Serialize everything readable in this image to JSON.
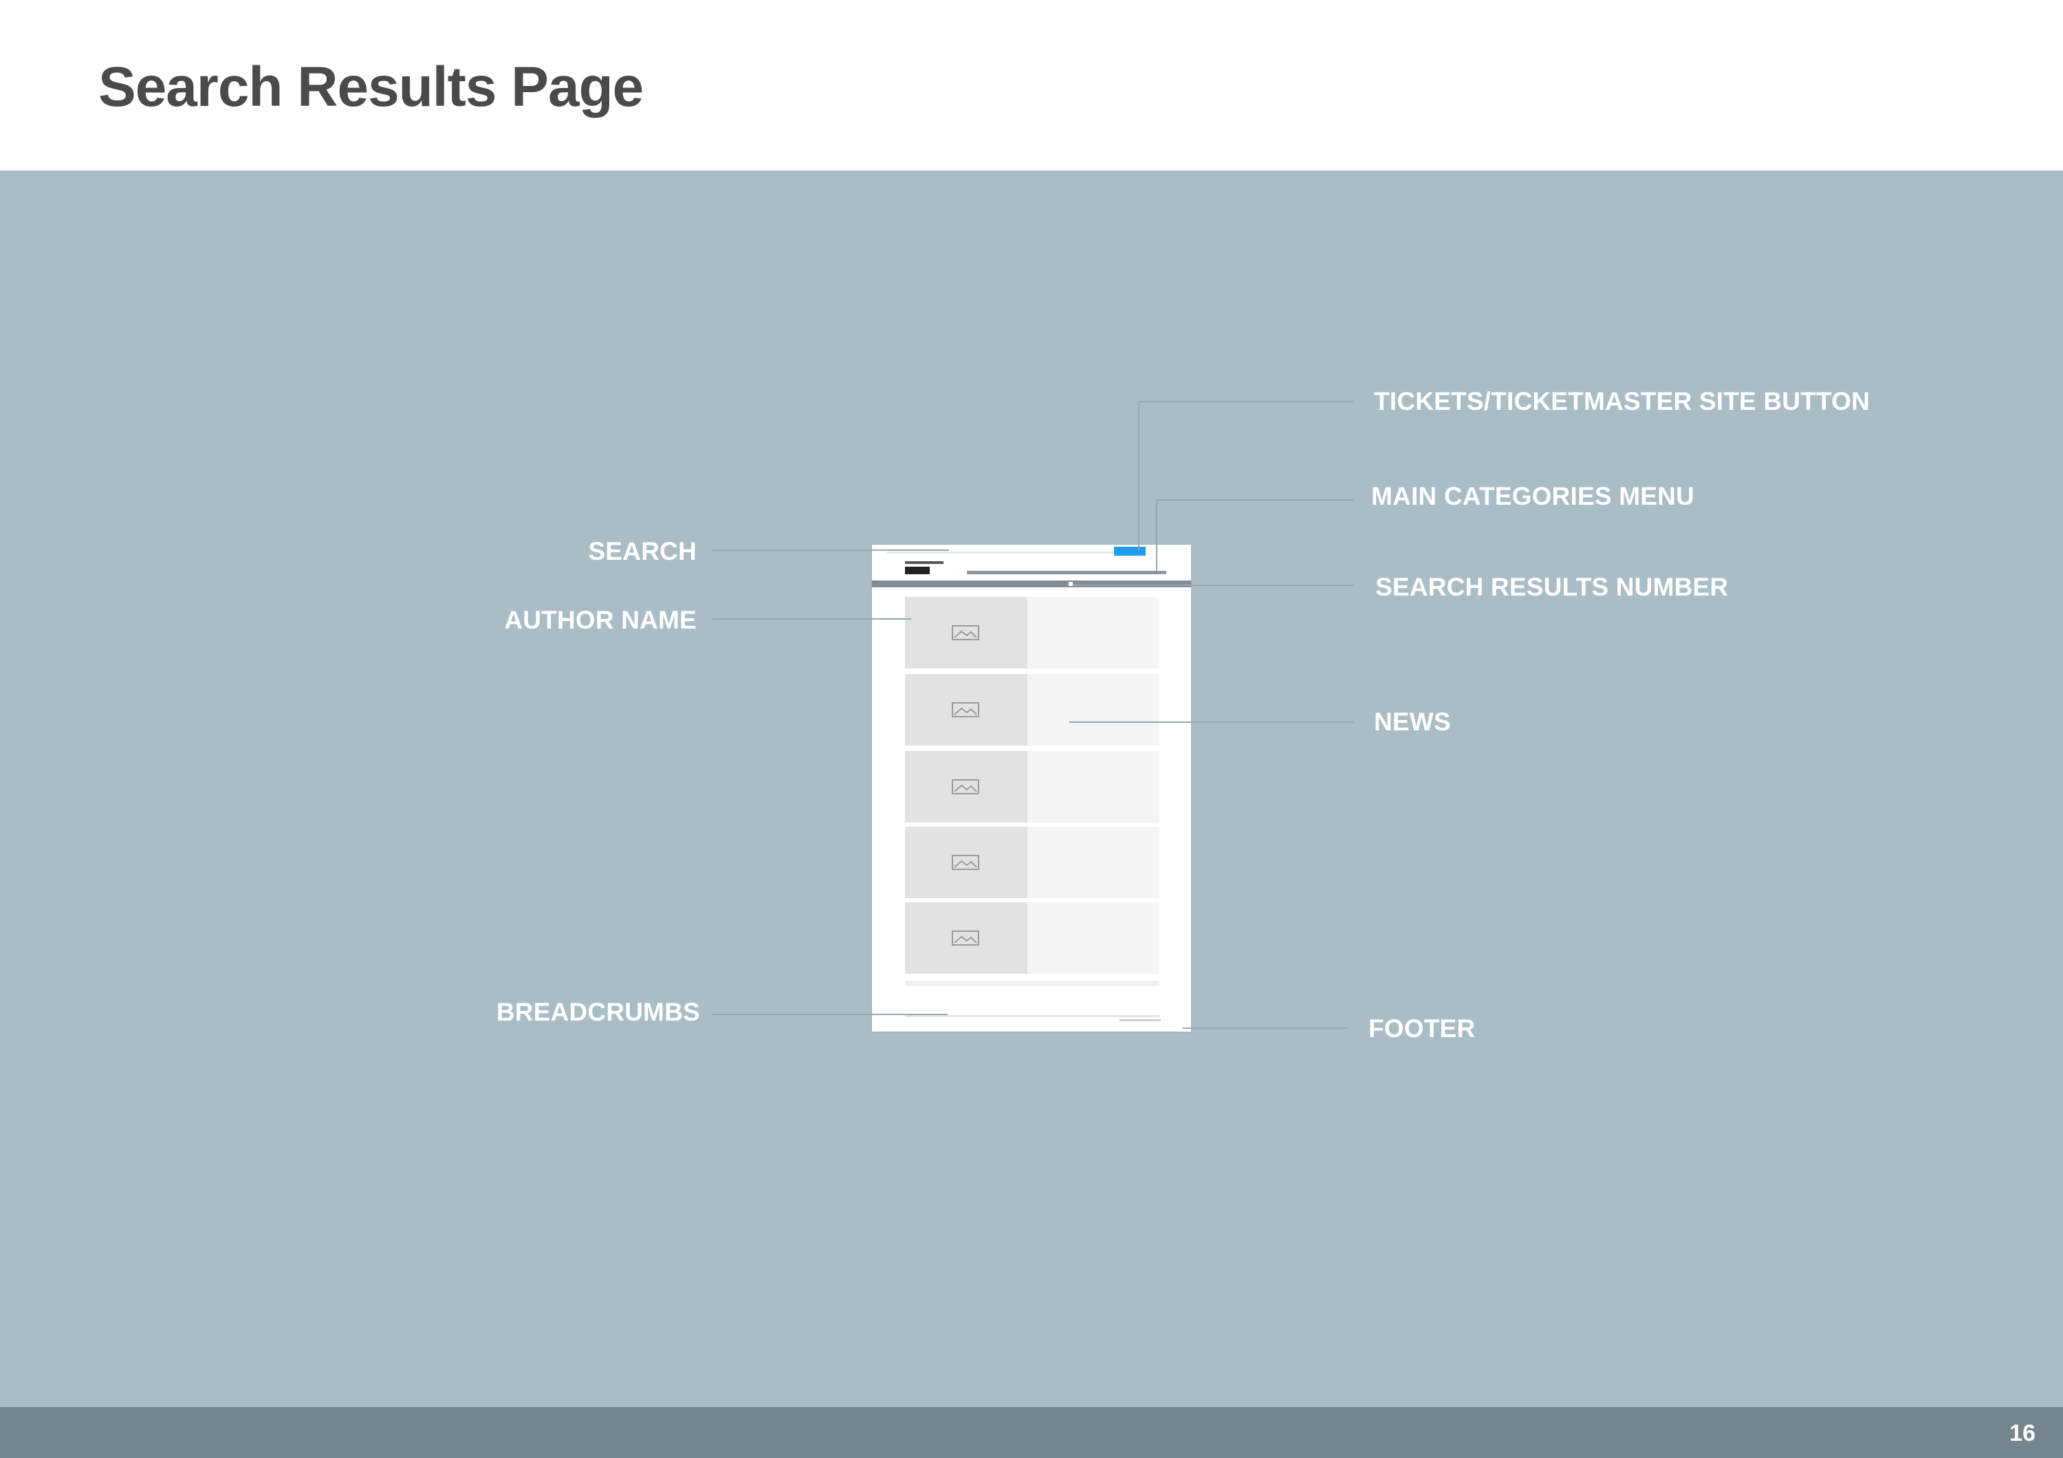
{
  "page": {
    "title": "Search Results Page",
    "page_number": "16"
  },
  "callouts": {
    "search": "SEARCH",
    "author_name": "AUTHOR NAME",
    "breadcrumbs": "BREADCRUMBS",
    "tickets_button": "TICKETS/TICKETMASTER SITE BUTTON",
    "main_categories_menu": "MAIN CATEGORIES MENU",
    "search_results_number": "SEARCH RESULTS NUMBER",
    "news": "NEWS",
    "footer": "FOOTER"
  },
  "colors": {
    "canvas": "#aabcc6",
    "footer_bar": "#75858f",
    "title": "#4a4a4a",
    "label": "#ffffff",
    "ticket_button": "#1e9ee8"
  }
}
